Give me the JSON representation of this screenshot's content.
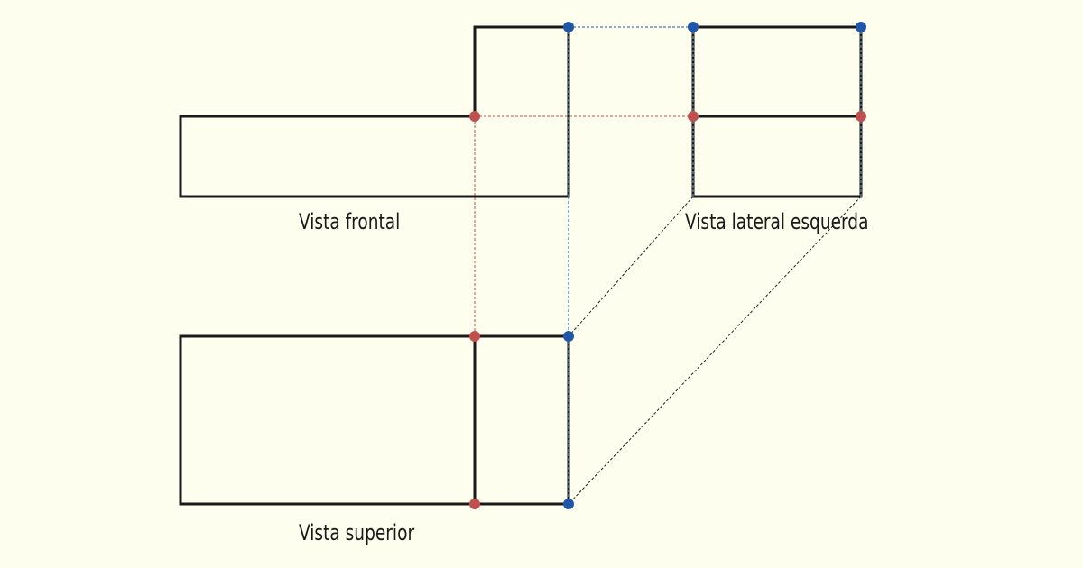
{
  "labels": {
    "front": "Vista frontal",
    "left": "Vista lateral esquerda",
    "top": "Vista superior"
  },
  "colors": {
    "background": "#fefeee",
    "outline": "#1a1a1a",
    "red_point": "#c0504d",
    "blue_point": "#1f56a8",
    "projection_black": "#222222"
  }
}
